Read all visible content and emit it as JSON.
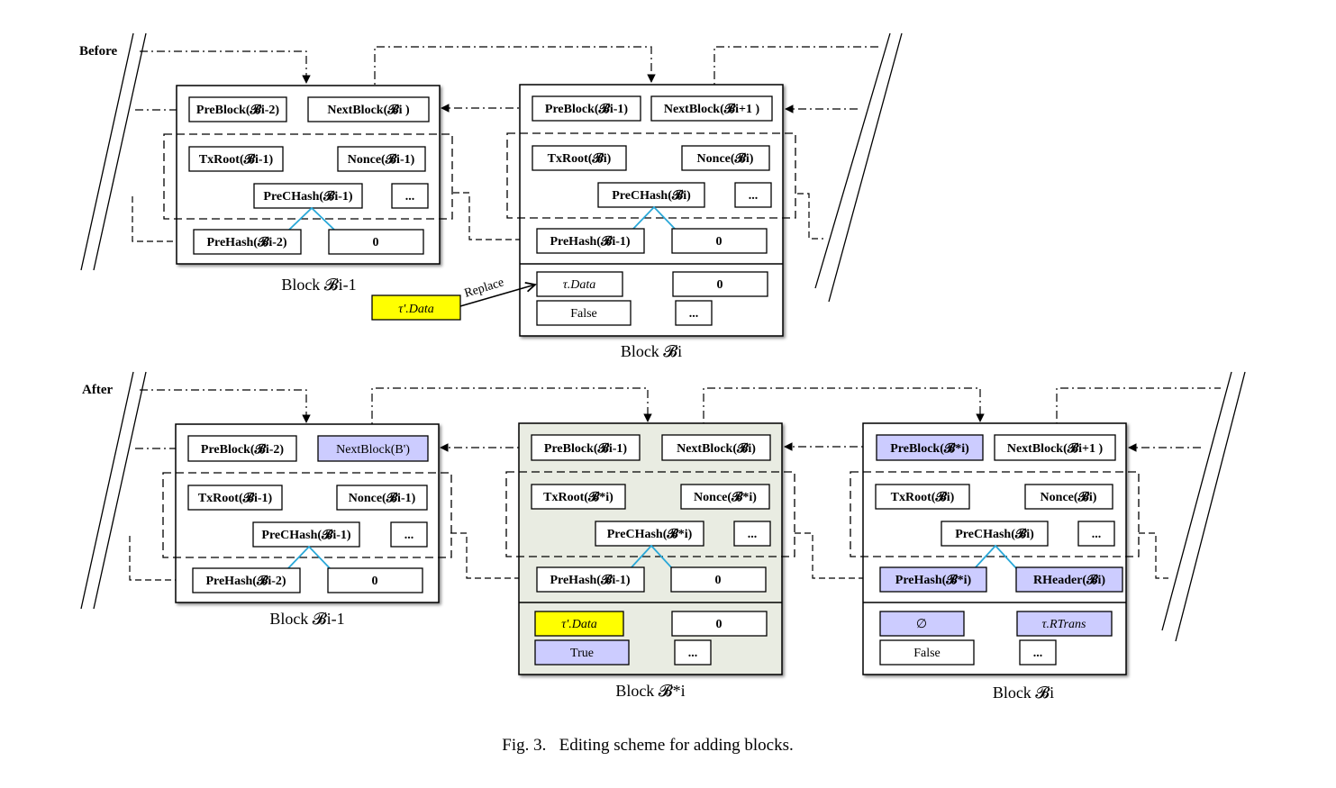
{
  "figure": {
    "caption": "Fig. 3.   Editing scheme for adding blocks.",
    "colors": {
      "highlight_yellow": "#ffff00",
      "highlight_lavender": "#ccccff",
      "block_gray": "#e9ece2",
      "link_blue": "#2aa8d8"
    },
    "before": {
      "label": "Before",
      "replace_label": "Replace",
      "new_data_label": "τ'.Data",
      "blocks": [
        {
          "title": "Block 𝓑i-1",
          "fields": {
            "preblock": "PreBlock(𝓑i-2)",
            "nextblock": "NextBlock(𝓑i )",
            "txroot": "TxRoot(𝓑i-1)",
            "nonce": "Nonce(𝓑i-1)",
            "prechash": "PreCHash(𝓑i-1)",
            "dots": "...",
            "prehash": "PreHash(𝓑i-2)",
            "zero": "0"
          }
        },
        {
          "title": "Block 𝓑i",
          "fields": {
            "preblock": "PreBlock(𝓑i-1)",
            "nextblock": "NextBlock(𝓑i+1 )",
            "txroot": "TxRoot(𝓑i)",
            "nonce": "Nonce(𝓑i)",
            "prechash": "PreCHash(𝓑i)",
            "dots": "...",
            "prehash": "PreHash(𝓑i-1)",
            "zero": "0"
          },
          "tx": {
            "data": "τ.Data",
            "zero": "0",
            "flag": "False",
            "dots": "..."
          }
        }
      ]
    },
    "after": {
      "label": "After",
      "blocks": [
        {
          "title": "Block 𝓑i-1",
          "fields": {
            "preblock": "PreBlock(𝓑i-2)",
            "nextblock": "NextBlock(B')",
            "txroot": "TxRoot(𝓑i-1)",
            "nonce": "Nonce(𝓑i-1)",
            "prechash": "PreCHash(𝓑i-1)",
            "dots": "...",
            "prehash": "PreHash(𝓑i-2)",
            "zero": "0"
          }
        },
        {
          "title": "Block 𝓑*i",
          "fields": {
            "preblock": "PreBlock(𝓑i-1)",
            "nextblock": "NextBlock(𝓑i)",
            "txroot": "TxRoot(𝓑*i)",
            "nonce": "Nonce(𝓑*i)",
            "prechash": "PreCHash(𝓑*i)",
            "dots": "...",
            "prehash": "PreHash(𝓑i-1)",
            "zero": "0"
          },
          "tx": {
            "data": "τ'.Data",
            "zero": "0",
            "flag": "True",
            "dots": "..."
          }
        },
        {
          "title": "Block 𝓑i",
          "fields": {
            "preblock": "PreBlock(𝓑*i)",
            "nextblock": "NextBlock(𝓑i+1 )",
            "txroot": "TxRoot(𝓑i)",
            "nonce": "Nonce(𝓑i)",
            "prechash": "PreCHash(𝓑i)",
            "dots": "...",
            "prehash": "PreHash(𝓑*i)",
            "rheader": "RHeader(𝓑i)"
          },
          "tx": {
            "data": "∅",
            "rtrans": "τ.RTrans",
            "flag": "False",
            "dots": "..."
          }
        }
      ]
    }
  }
}
